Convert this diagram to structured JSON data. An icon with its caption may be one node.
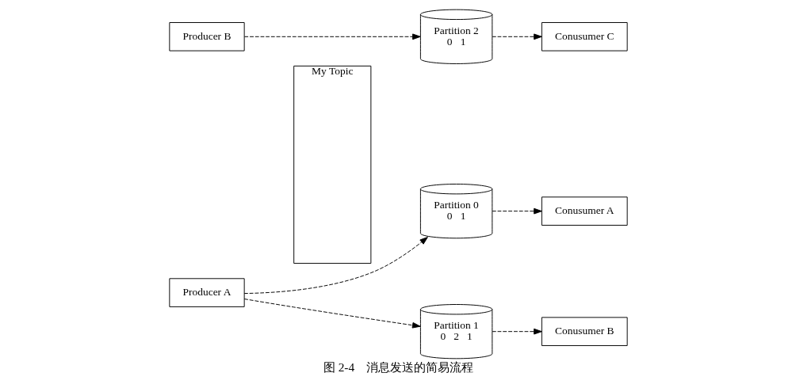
{
  "diagram": {
    "caption": "图 2-4　消息发送的简易流程",
    "nodes": [
      {
        "text": [
          "My Topic"
        ]
      },
      {
        "text": [
          "Producer A"
        ]
      },
      {
        "text": [
          "Producer B"
        ]
      },
      {
        "text": [
          "Partition 0",
          "0",
          "1"
        ]
      },
      {
        "text": [
          "Partition 1",
          "0",
          "2",
          "1"
        ]
      },
      {
        "text": [
          "Partition 2",
          "0",
          "1"
        ]
      },
      {
        "text": [
          "Conusumer A"
        ]
      },
      {
        "text": [
          "Conusumer B"
        ]
      },
      {
        "text": [
          "Conusumer C"
        ]
      }
    ],
    "edges": [
      {
        "from": 1,
        "to": 3,
        "arrow": "to",
        "style": "dashed"
      },
      {
        "from": 1,
        "to": 4,
        "arrow": "to",
        "style": "dashed"
      },
      {
        "from": 2,
        "to": 5,
        "arrow": "to",
        "style": "dashed"
      },
      {
        "from": 3,
        "to": 6,
        "arrow": "to",
        "style": "dashed"
      },
      {
        "from": 4,
        "to": 7,
        "arrow": "to",
        "style": "dashed"
      },
      {
        "from": 5,
        "to": 8,
        "arrow": "to",
        "style": "dashed"
      }
    ]
  }
}
